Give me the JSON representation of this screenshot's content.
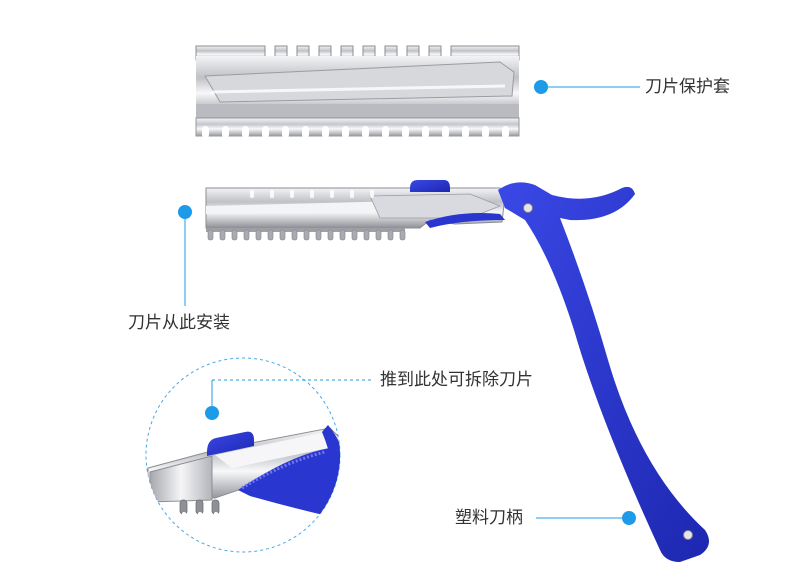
{
  "labels": {
    "blade_guard": "刀片保护套",
    "blade_install": "刀片从此安装",
    "push_remove": "推到此处可拆除刀片",
    "plastic_handle": "塑料刀柄"
  },
  "colors": {
    "accent_dot": "#1e9be8",
    "leader_line": "#1e9be8",
    "handle_blue": "#2233cc",
    "metal_light": "#e8e8ea",
    "metal_dark": "#8a8c92"
  },
  "icons": {
    "marker": "callout-dot"
  }
}
